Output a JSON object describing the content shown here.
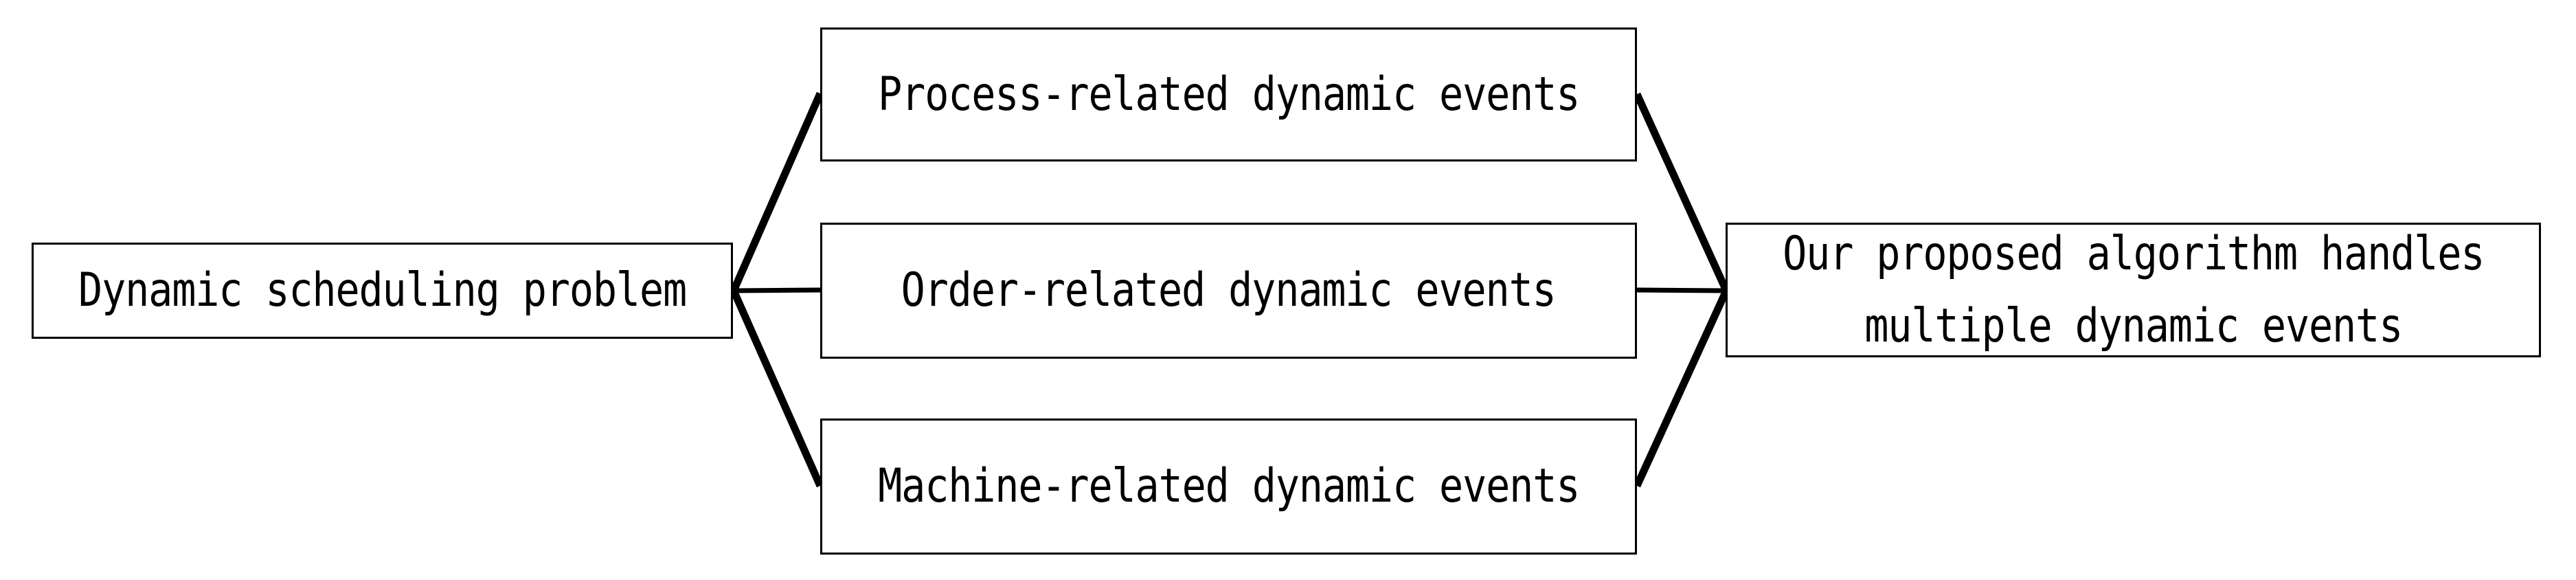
{
  "diagram": {
    "type": "flow-diagram",
    "orientation": "left-to-right",
    "background_color": "#ffffff",
    "stroke_color": "#000000",
    "text_color": "#000000",
    "nodes": {
      "root": {
        "label": "Dynamic scheduling problem",
        "role": "source"
      },
      "process": {
        "label": "Process-related dynamic events",
        "role": "category"
      },
      "order": {
        "label": "Order-related dynamic events",
        "role": "category"
      },
      "machine": {
        "label": "Machine-related dynamic events",
        "role": "category"
      },
      "result": {
        "label": "Our proposed algorithm handles\nmultiple dynamic events",
        "line1": "Our proposed algorithm handles",
        "line2": "multiple dynamic events",
        "role": "sink"
      }
    },
    "edges": [
      {
        "from": "root",
        "to": "process"
      },
      {
        "from": "root",
        "to": "order"
      },
      {
        "from": "root",
        "to": "machine"
      },
      {
        "from": "process",
        "to": "result"
      },
      {
        "from": "order",
        "to": "result"
      },
      {
        "from": "machine",
        "to": "result"
      }
    ]
  }
}
